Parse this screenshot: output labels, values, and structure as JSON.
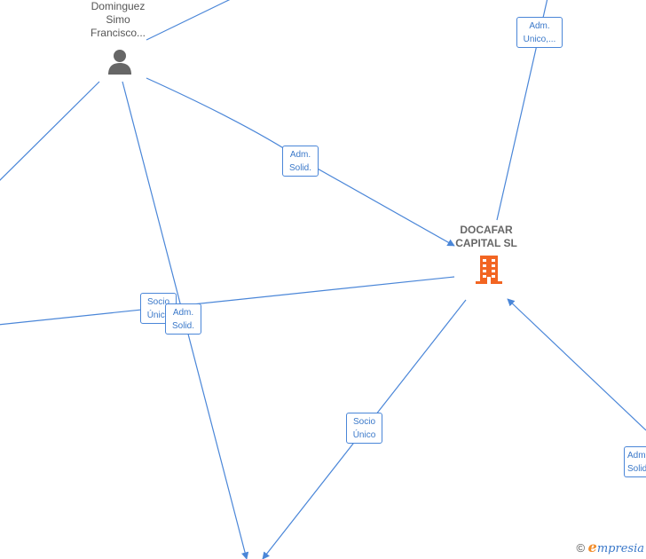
{
  "diagram": {
    "colors": {
      "edge": "#4a86d8",
      "edge_label_border": "#4a86d8",
      "edge_label_text": "#3a78c9",
      "person_icon": "#666666",
      "company_icon": "#f26522"
    },
    "nodes": {
      "person": {
        "name_lines": [
          "Dominguez",
          "Simo",
          "Francisco..."
        ],
        "icon": "person-icon"
      },
      "company": {
        "name_lines": [
          "DOCAFAR",
          "CAPITAL SL"
        ],
        "icon": "building-icon"
      }
    },
    "edge_labels": {
      "adm_solid_1": [
        "Adm.",
        "Solid."
      ],
      "adm_unico": [
        "Adm.",
        "Unico,..."
      ],
      "socio_unico_left": [
        "Socio",
        "Único"
      ],
      "adm_solid_2": [
        "Adm.",
        "Solid."
      ],
      "socio_unico_bottom": [
        "Socio",
        "Único"
      ],
      "adm_solid_right": [
        "Adm.",
        "Solid."
      ]
    }
  },
  "footer": {
    "copyright_symbol": "©",
    "brand_initial": "e",
    "brand_rest": "mpresia"
  }
}
